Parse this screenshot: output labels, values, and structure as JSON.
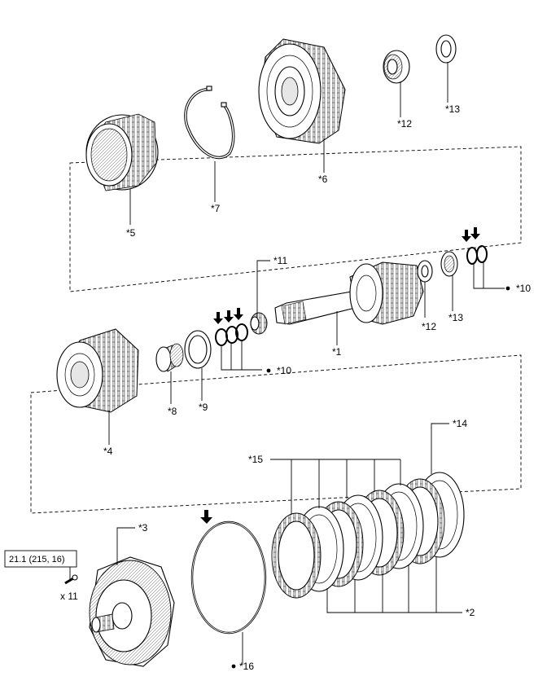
{
  "callouts": {
    "p1": "*1",
    "p2": "*2",
    "p3": "*3",
    "p4": "*4",
    "p5": "*5",
    "p6": "*6",
    "p7": "*7",
    "p8": "*8",
    "p9": "*9",
    "p10a": "*10",
    "p10b": "*10",
    "p11": "*11",
    "p12a": "*12",
    "p12b": "*12",
    "p13a": "*13",
    "p13b": "*13",
    "p14": "*14",
    "p15": "*15",
    "p16": "*16"
  },
  "torque_spec": "21.1 (215, 16)",
  "bolt_quantity": "x 11",
  "icons": {
    "dot": "non-reusable-part-dot-icon",
    "arrow": "seal-lubricant-arrow-icon"
  }
}
